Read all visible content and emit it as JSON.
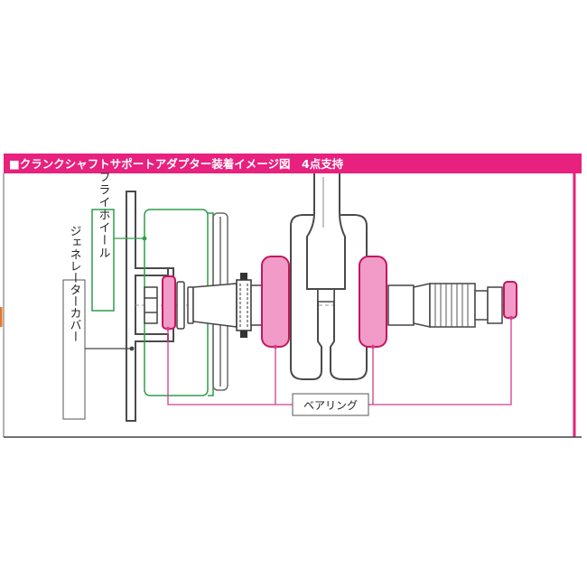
{
  "title": "■クランクシャフトサポートアダプター装着イメージ図　4点支持",
  "labels": {
    "flywheel": "フライホイール",
    "generator_cover": "ジェネレーターカバー",
    "bearing": "ベアリング"
  },
  "colors": {
    "title_bar": "#e8207e",
    "bearing_fill": "#f29ac8",
    "bearing_stroke": "#c2185b",
    "leader_line": "#d63a8f",
    "flywheel_line": "#2e9e4a",
    "metal": "#555555",
    "left_accent": "#e87722"
  }
}
